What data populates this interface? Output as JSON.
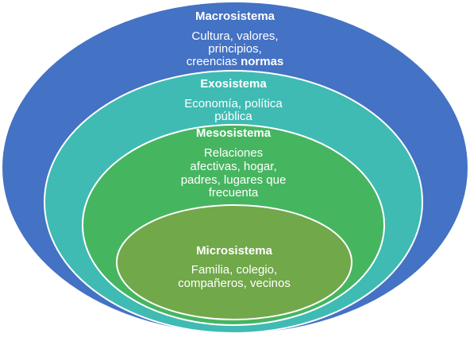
{
  "layers": {
    "macro": {
      "title": "Macrosistema",
      "line1": "Cultura, valores,",
      "line2": "principios,",
      "line3_normal": "creencias ",
      "line3_bold": "normas",
      "color": "#4472c4"
    },
    "exo": {
      "title": "Exosistema",
      "line1": "Economía, política",
      "line2": "pública",
      "color": "#3fbbb3"
    },
    "meso": {
      "title": "Mesosistema",
      "line1": "Relaciones",
      "line2": "afectivas, hogar,",
      "line3": "padres, lugares que",
      "line4": "frecuenta",
      "color": "#46b560"
    },
    "micro": {
      "title": "Microsistema",
      "line1": "Familia, colegio,",
      "line2": "compañeros, vecinos",
      "color": "#71a84a"
    }
  }
}
